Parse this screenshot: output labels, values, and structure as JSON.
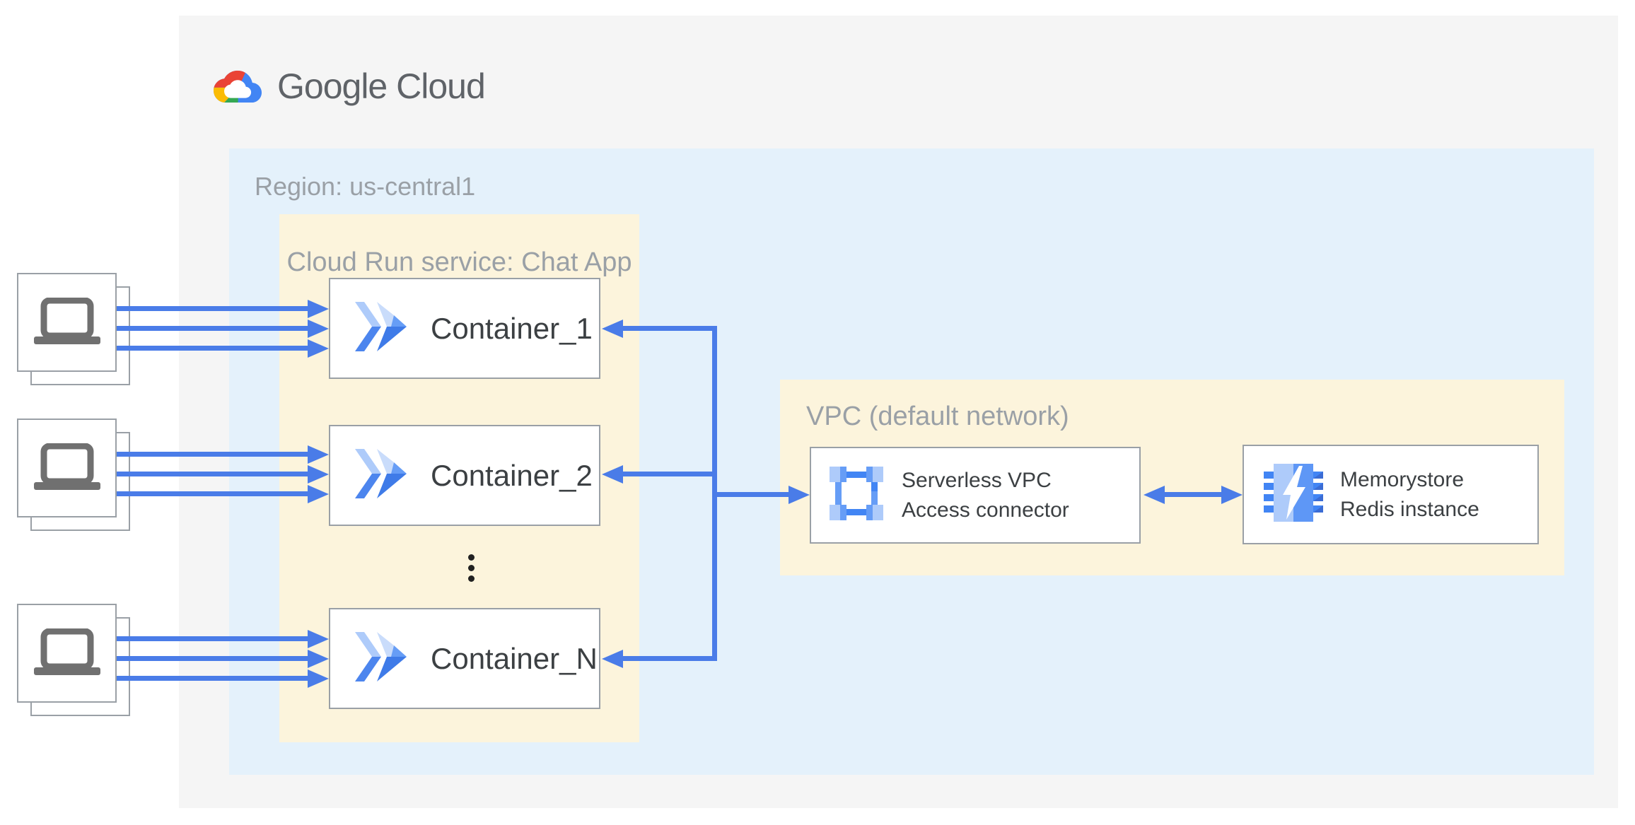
{
  "logo": {
    "wordmark": "Google Cloud"
  },
  "region": {
    "label": "Region: us-central1"
  },
  "cloud_run": {
    "label": "Cloud Run service: Chat App",
    "containers": [
      {
        "label": "Container_1"
      },
      {
        "label": "Container_2"
      },
      {
        "label": "Container_N"
      }
    ]
  },
  "vpc": {
    "label": "VPC (default network)",
    "connector": {
      "label_line1": "Serverless VPC",
      "label_line2": "Access connector"
    },
    "memorystore": {
      "label_line1": "Memorystore",
      "label_line2": "Redis instance"
    }
  },
  "clients": {
    "count": 3,
    "description": "laptop client device stacks"
  },
  "colors": {
    "panel_bg": "#F5F5F5",
    "region_bg": "#E4F1FB",
    "service_bg": "#FCF4DC",
    "arrow_blue": "#4A7CE8",
    "box_border": "#9AA0A6",
    "label_gray": "#9AA0A6",
    "text_dark": "#3C4043",
    "logo_gray": "#5F6368",
    "icon_blue_light": "#AECBFA",
    "icon_blue_mid": "#669DF6",
    "icon_blue_dark": "#4285F4",
    "logo_red": "#EA4335",
    "logo_yellow": "#FBBC04",
    "logo_green": "#34A853",
    "logo_blue": "#4285F4"
  }
}
